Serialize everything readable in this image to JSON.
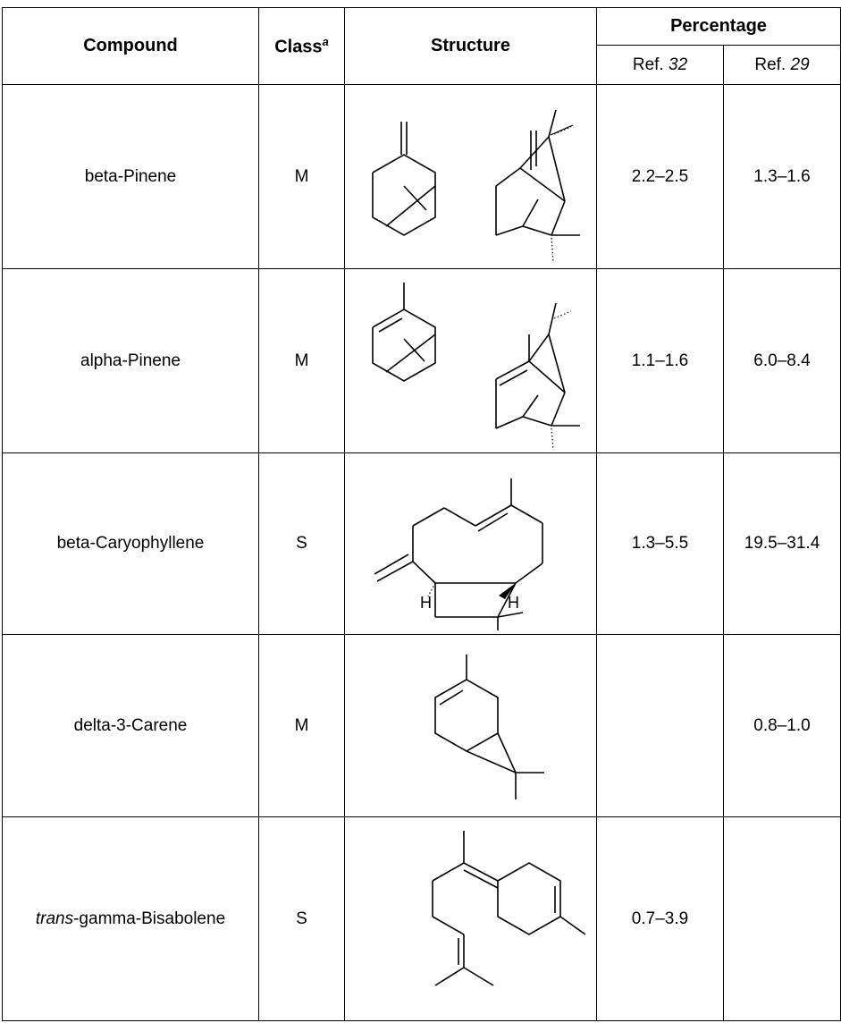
{
  "header": {
    "compound": "Compound",
    "class": "Class",
    "class_footnote": "a",
    "structure": "Structure",
    "percentage": "Percentage",
    "ref1_prefix": "Ref.",
    "ref1_num": "32",
    "ref2_prefix": "Ref.",
    "ref2_num": "29"
  },
  "rows": [
    {
      "compound": "beta-Pinene",
      "compound_prefix": "",
      "class": "M",
      "ref32": "2.2–2.5",
      "ref29": "1.3–1.6"
    },
    {
      "compound": "alpha-Pinene",
      "compound_prefix": "",
      "class": "M",
      "ref32": "1.1–1.6",
      "ref29": "6.0–8.4"
    },
    {
      "compound": "beta-Caryophyllene",
      "compound_prefix": "",
      "class": "S",
      "ref32": "1.3–5.5",
      "ref29": "19.5–31.4"
    },
    {
      "compound": "delta-3-Carene",
      "compound_prefix": "",
      "class": "M",
      "ref32": "",
      "ref29": "0.8–1.0"
    },
    {
      "compound": "-gamma-Bisabolene",
      "compound_prefix": "trans",
      "class": "S",
      "ref32": "0.7–3.9",
      "ref29": ""
    }
  ],
  "structure_labels": {
    "h_left": "H",
    "h_right": "H"
  }
}
